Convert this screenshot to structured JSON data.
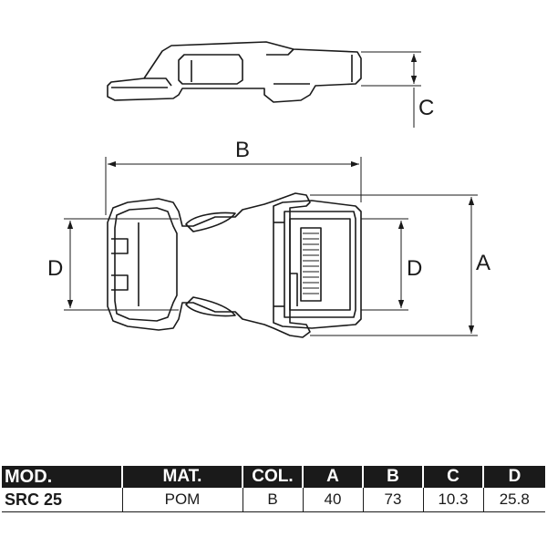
{
  "dimensions": {
    "a_label": "A",
    "b_label": "B",
    "c_label": "C",
    "d_label_left": "D",
    "d_label_right": "D"
  },
  "table": {
    "headers": [
      "MOD.",
      "MAT.",
      "COL.",
      "A",
      "B",
      "C",
      "D"
    ],
    "rows": [
      [
        "SRC 25",
        "POM",
        "B",
        "40",
        "73",
        "10.3",
        "25.8"
      ]
    ]
  },
  "colors": {
    "line": "#1a1a1a",
    "header_bg": "#1a1a1a",
    "header_text": "#ffffff"
  }
}
